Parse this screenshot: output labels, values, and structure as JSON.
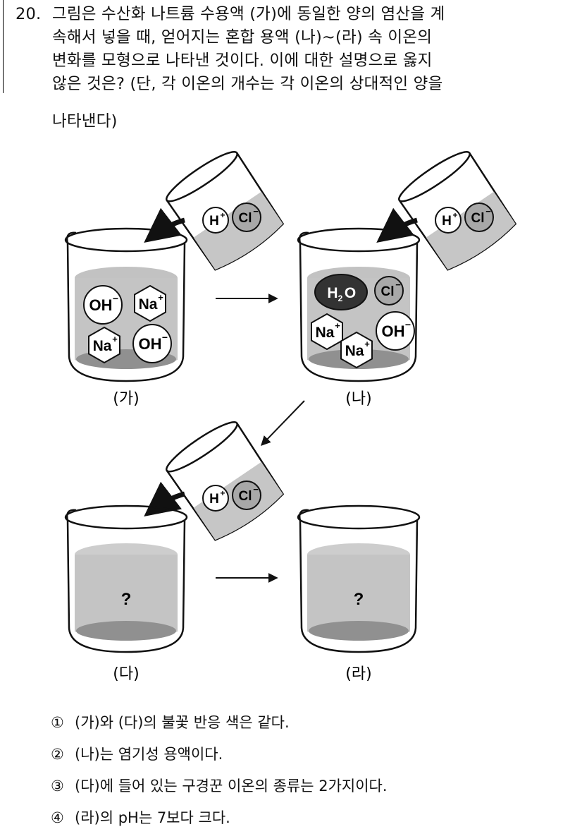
{
  "question": {
    "number": "20.",
    "lines": [
      "그림은 수산화 나트륨 수용액 (가)에 동일한 양의 염산을 계",
      "속해서 넣을 때, 얻어지는 혼합 용액 (나)~(라) 속 이온의",
      "변화를 모형으로 나타낸 것이다. 이에 대한 설명으로 옳지",
      "않은 것은? (단, 각 이온의 개수는 각 이온의 상대적인 양을",
      "나타낸다)"
    ]
  },
  "figure": {
    "beaker_labels": [
      "(가)",
      "(나)",
      "(다)",
      "(라)"
    ],
    "added_ions": [
      "H+",
      "Cl−"
    ],
    "ions": {
      "h": "H",
      "plus": "+",
      "cl": "Cl",
      "minus": "−",
      "oh": "OH",
      "na": "Na",
      "water_h": "H",
      "water_sub": "2",
      "water_o": "O"
    },
    "unknown": "?"
  },
  "choices": [
    {
      "mark": "①",
      "text": "(가)와 (다)의 불꽃 반응 색은 같다."
    },
    {
      "mark": "②",
      "text": "(나)는 염기성 용액이다."
    },
    {
      "mark": "③",
      "text": "(다)에 들어 있는 구경꾼 이온의 종류는 2가지이다."
    },
    {
      "mark": "④",
      "text": "(라)의 pH는 7보다 크다."
    }
  ],
  "colors": {
    "beaker_outline": "#111111",
    "solution": "#b5b5b5",
    "solution_dark": "#8f8f8f",
    "water_molecule": "#333333",
    "chloride": "#a8a8a8"
  }
}
